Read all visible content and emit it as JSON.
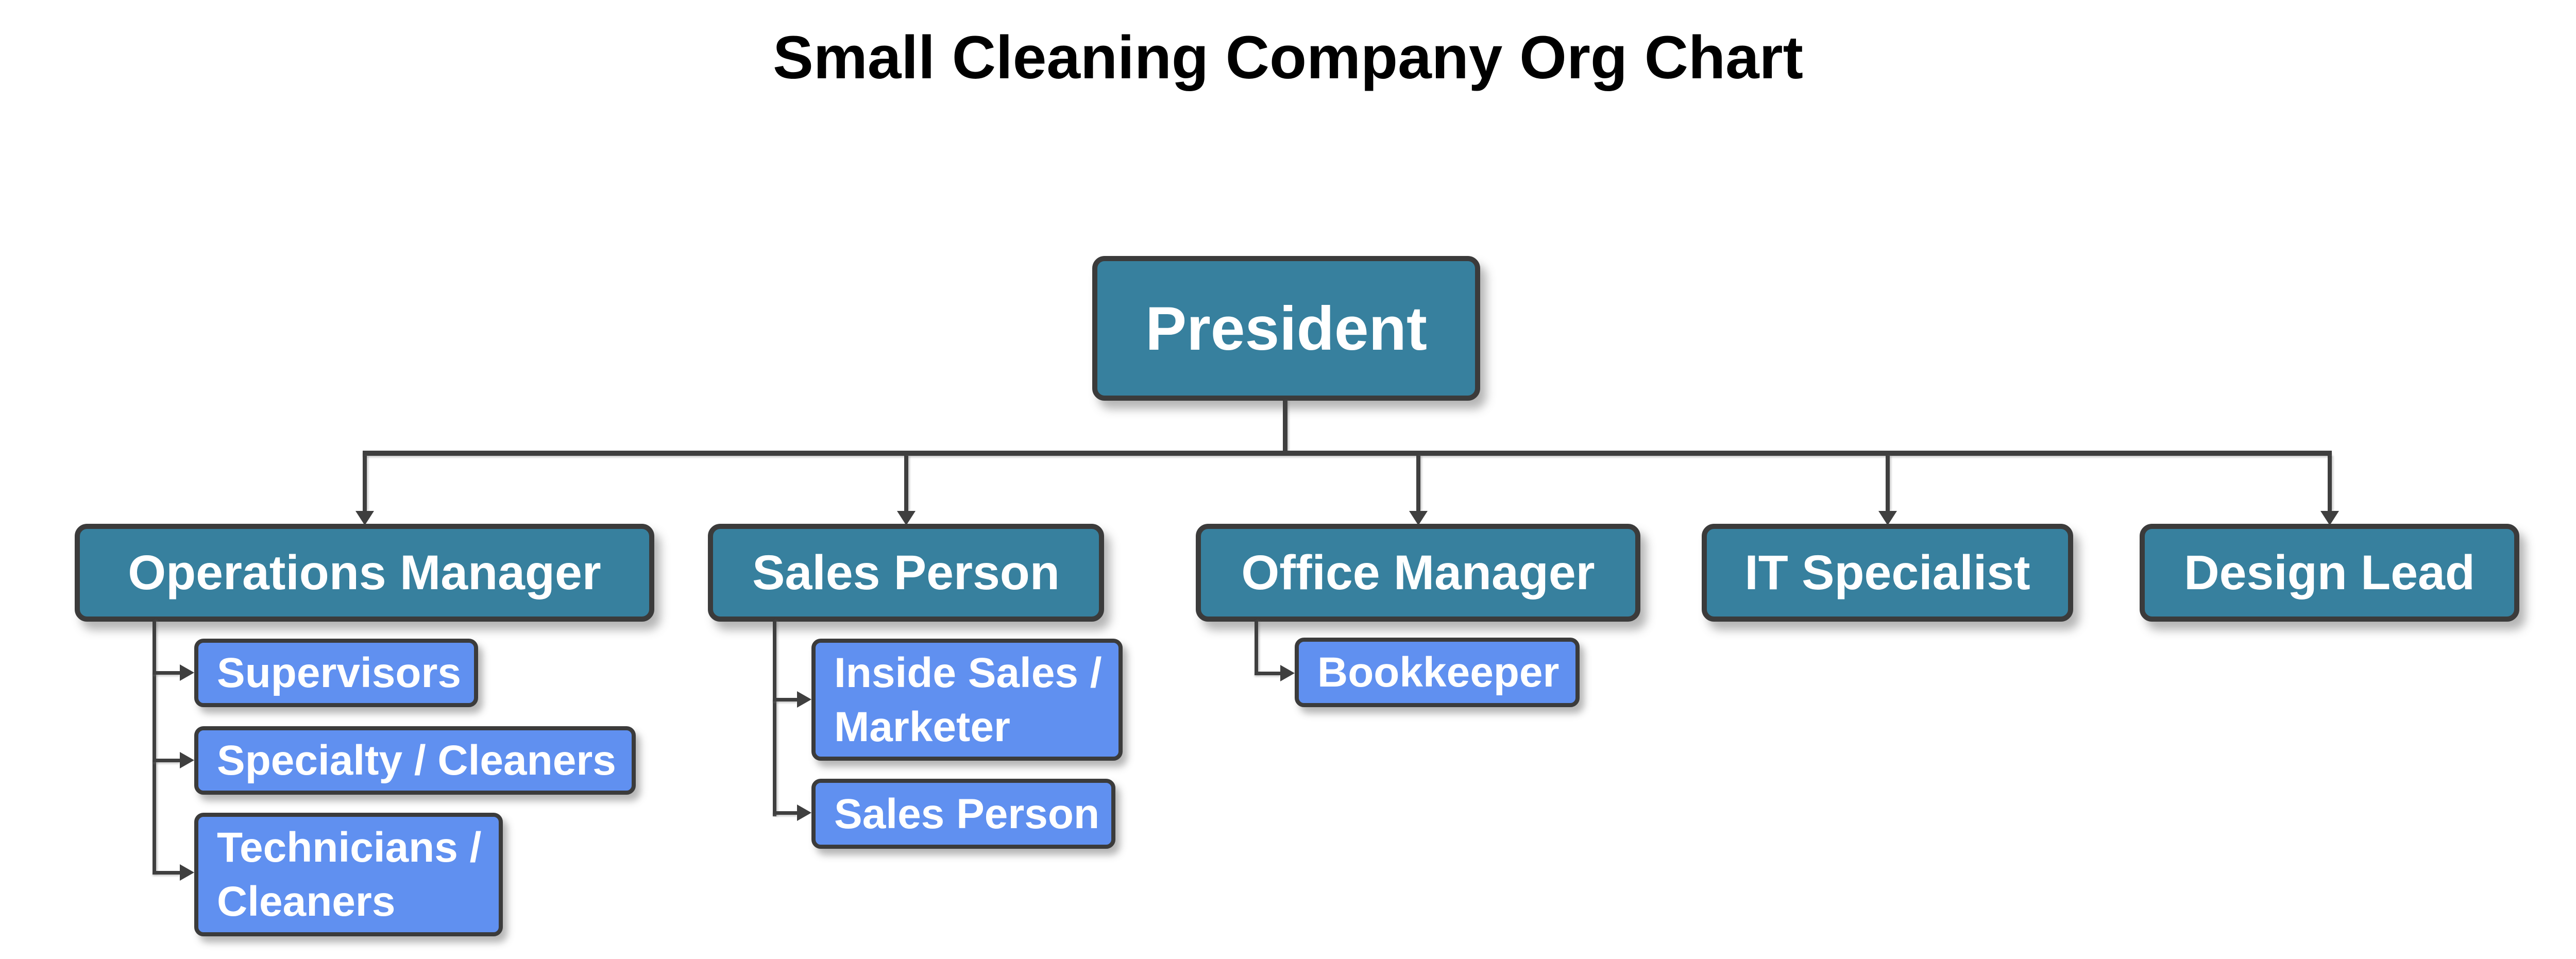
{
  "title": "Small Cleaning Company Org Chart",
  "colors": {
    "background": "#ffffff",
    "primary_node_fill": "#37809e",
    "secondary_node_fill": "#6090f0",
    "node_border": "#3b3b3b",
    "connector_line": "#3f3f3f",
    "node_text": "#ffffff",
    "title_text": "#000000"
  },
  "org": {
    "root": {
      "label": "President"
    },
    "departments": [
      {
        "label": "Operations Manager",
        "children": [
          "Supervisors",
          "Specialty / Cleaners",
          "Technicians / Cleaners"
        ]
      },
      {
        "label": "Sales Person",
        "children": [
          "Inside Sales / Marketer",
          "Sales Person"
        ]
      },
      {
        "label": "Office Manager",
        "children": [
          "Bookkeeper"
        ]
      },
      {
        "label": "IT Specialist",
        "children": []
      },
      {
        "label": "Design Lead",
        "children": []
      }
    ]
  }
}
